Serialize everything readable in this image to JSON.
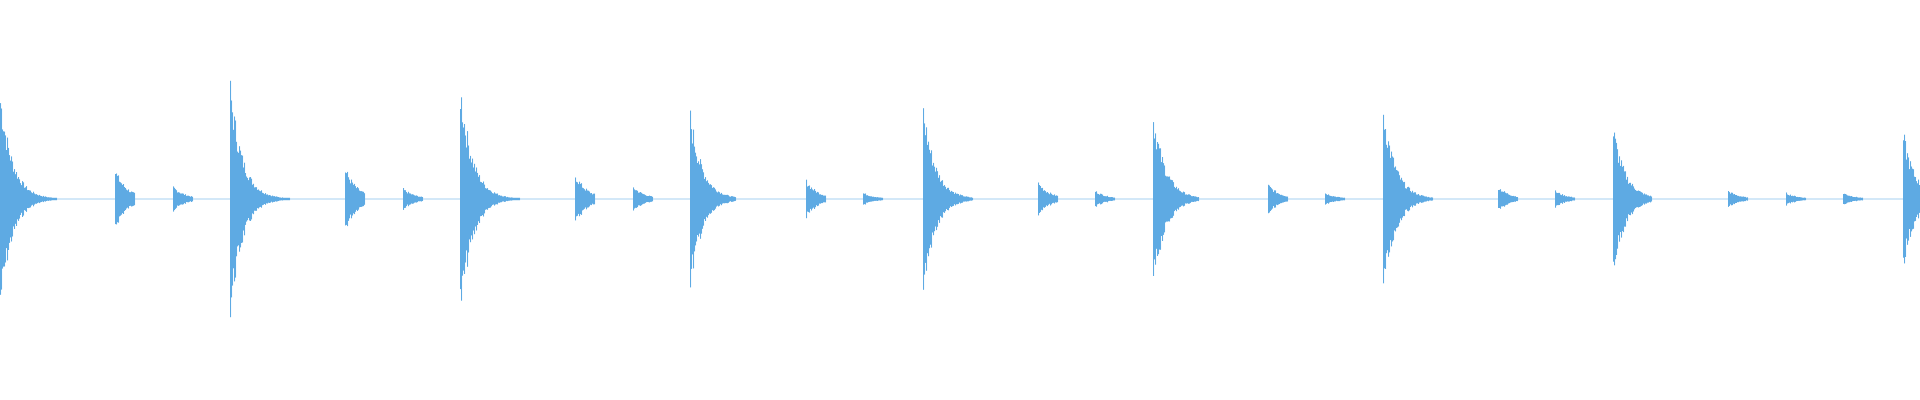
{
  "waveform": {
    "color": "#5eaae3",
    "background": "#ffffff",
    "hits": [
      {
        "t": 0.0,
        "amp": 0.52
      },
      {
        "t": 0.06,
        "amp": 0.14
      },
      {
        "t": 0.09,
        "amp": 0.06
      },
      {
        "t": 0.12,
        "amp": 0.56
      },
      {
        "t": 0.18,
        "amp": 0.15
      },
      {
        "t": 0.21,
        "amp": 0.05
      },
      {
        "t": 0.24,
        "amp": 0.56
      },
      {
        "t": 0.3,
        "amp": 0.12
      },
      {
        "t": 0.33,
        "amp": 0.06
      },
      {
        "t": 0.36,
        "amp": 0.42
      },
      {
        "t": 0.42,
        "amp": 0.09
      },
      {
        "t": 0.45,
        "amp": 0.03
      },
      {
        "t": 0.481,
        "amp": 0.45
      },
      {
        "t": 0.541,
        "amp": 0.08
      },
      {
        "t": 0.571,
        "amp": 0.04
      },
      {
        "t": 0.601,
        "amp": 0.42
      },
      {
        "t": 0.661,
        "amp": 0.07
      },
      {
        "t": 0.691,
        "amp": 0.03
      },
      {
        "t": 0.721,
        "amp": 0.45
      },
      {
        "t": 0.781,
        "amp": 0.06
      },
      {
        "t": 0.811,
        "amp": 0.04
      },
      {
        "t": 0.841,
        "amp": 0.35
      },
      {
        "t": 0.901,
        "amp": 0.04
      },
      {
        "t": 0.931,
        "amp": 0.03
      },
      {
        "t": 0.961,
        "amp": 0.03
      },
      {
        "t": 0.992,
        "amp": 0.32
      }
    ]
  }
}
